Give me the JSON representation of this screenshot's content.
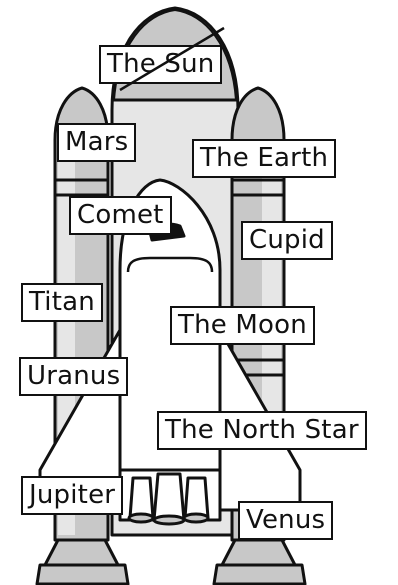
{
  "labels": {
    "sun": "The Sun",
    "mars": "Mars",
    "earth": "The Earth",
    "comet": "Comet",
    "cupid": "Cupid",
    "titan": "Titan",
    "moon": "The Moon",
    "uranus": "Uranus",
    "northstar": "The North Star",
    "jupiter": "Jupiter",
    "venus": "Venus"
  },
  "colors": {
    "fill_gray": "#c8c8c8",
    "fill_light": "#e6e6e6",
    "outline": "#111111",
    "white": "#ffffff"
  },
  "crossed_out_label": "sun"
}
